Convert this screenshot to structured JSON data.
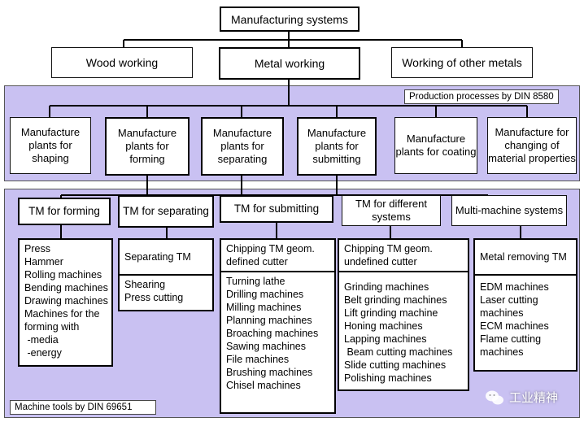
{
  "root": "Manufacturing systems",
  "level1": [
    "Wood working",
    "Metal working",
    "Working of other metals"
  ],
  "processes_label": "Production processes by DIN 8580",
  "plants": [
    "Manufacture plants for shaping",
    "Manufacture plants for forming",
    "Manufacture plants for separating",
    "Manufacture plants for submitting",
    "Manufacture plants for coating",
    "Manufacture for changing of material properties"
  ],
  "tm_headers": [
    "TM for forming",
    "TM for separating",
    "TM for submitting",
    "TM for different systems",
    "Multi-machine systems"
  ],
  "lists": {
    "forming": [
      "Press",
      "Hammer",
      "Rolling machines",
      "Bending machines",
      "Drawing machines",
      "Machines for the",
      "forming with",
      " -media",
      " -energy"
    ],
    "separating": {
      "header": "Separating TM",
      "items": [
        "Shearing",
        "Press cutting"
      ]
    },
    "defined": {
      "header": "Chipping TM geom. defined cutter",
      "items": [
        "Turning lathe",
        "Drilling machines",
        "Milling machines",
        "Planning machines",
        "Broaching machines",
        "Sawing machines",
        "File machines",
        "Brushing machines",
        "Chisel machines"
      ]
    },
    "undefined": {
      "header": "Chipping TM geom. undefined cutter",
      "items": [
        "Grinding machines",
        "Belt grinding machines",
        "Lift grinding machine",
        "Honing machines",
        "Lapping machines",
        " Beam cutting machines",
        "Slide cutting machines",
        "Polishing machines"
      ]
    },
    "removing": {
      "header": "Metal removing  TM",
      "items": [
        "EDM machines",
        "Laser cutting",
        "machines",
        "ECM machines",
        "Flame cutting",
        "machines"
      ]
    }
  },
  "machine_tools_label": "Machine tools by DIN 69651",
  "watermark": "工业精神",
  "colors": {
    "panel": "#c9c1f2",
    "border": "#000000"
  }
}
